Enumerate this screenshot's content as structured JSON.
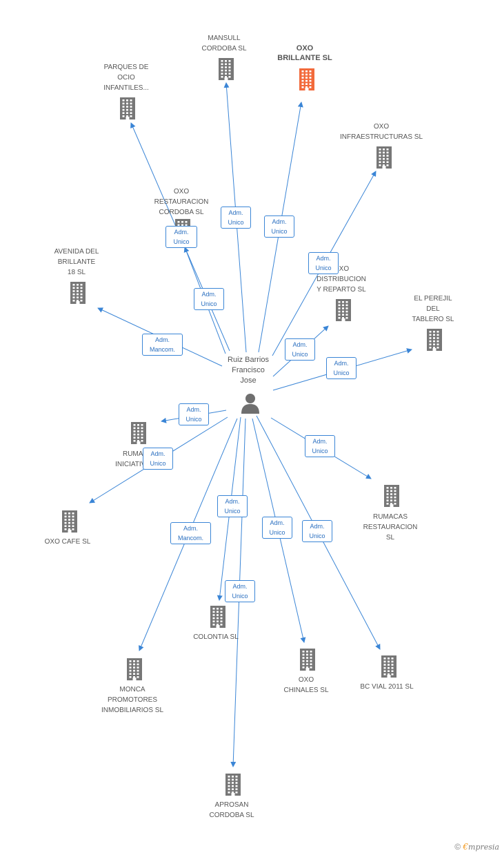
{
  "center": {
    "name": "Ruiz Barrios\nFrancisco\nJose",
    "icon": "person-icon"
  },
  "colors": {
    "edge": "#3a85d6",
    "building": "#777777",
    "highlight": "#f26a3b"
  },
  "nodes": [
    {
      "id": "mansull",
      "label": "MANSULL\nCORDOBA SL",
      "highlight": false,
      "icon": "building-icon"
    },
    {
      "id": "oxo_brillante",
      "label": "OXO\nBRILLANTE SL",
      "highlight": true,
      "icon": "building-icon"
    },
    {
      "id": "parques",
      "label": "PARQUES DE\nOCIO\nINFANTILES...",
      "highlight": false,
      "icon": "building-icon"
    },
    {
      "id": "oxo_infra",
      "label": "OXO\nINFRAESTRUCTURAS SL",
      "highlight": false,
      "icon": "building-icon"
    },
    {
      "id": "oxo_rest",
      "label": "OXO\nRESTAURACION\nCORDOBA SL",
      "highlight": false,
      "icon": "building-icon"
    },
    {
      "id": "avenida",
      "label": "AVENIDA DEL\nBRILLANTE\n18 SL",
      "highlight": false,
      "icon": "building-icon"
    },
    {
      "id": "oxo_dist",
      "label": "OXO\nDISTRIBUCION\nY REPARTO SL",
      "highlight": false,
      "icon": "building-icon"
    },
    {
      "id": "perejil",
      "label": "EL PEREJIL\nDEL\nTABLERO SL",
      "highlight": false,
      "icon": "building-icon"
    },
    {
      "id": "rumacas_ini",
      "label": "RUMACAS\nINICIATIVAS SL",
      "highlight": false,
      "icon": "building-icon"
    },
    {
      "id": "oxo_cafe",
      "label": "OXO CAFE SL",
      "highlight": false,
      "icon": "building-icon"
    },
    {
      "id": "rumacas_rest",
      "label": "RUMACAS\nRESTAURACION\nSL",
      "highlight": false,
      "icon": "building-icon"
    },
    {
      "id": "colontia",
      "label": "COLONTIA SL",
      "highlight": false,
      "icon": "building-icon"
    },
    {
      "id": "monca",
      "label": "MONCA\nPROMOTORES\nINMOBILIARIOS SL",
      "highlight": false,
      "icon": "building-icon"
    },
    {
      "id": "oxo_chinales",
      "label": "OXO\nCHINALES SL",
      "highlight": false,
      "icon": "building-icon"
    },
    {
      "id": "bc_vial",
      "label": "BC VIAL 2011 SL",
      "highlight": false,
      "icon": "building-icon"
    },
    {
      "id": "aprosan",
      "label": "APROSAN\nCORDOBA SL",
      "highlight": false,
      "icon": "building-icon"
    }
  ],
  "edges": [
    {
      "to": "mansull",
      "label": "Adm.\nUnico"
    },
    {
      "to": "oxo_brillante",
      "label": "Adm.\nUnico"
    },
    {
      "to": "parques",
      "label": "Adm.\nUnico"
    },
    {
      "to": "oxo_infra",
      "label": "Adm.\nUnico"
    },
    {
      "to": "oxo_rest",
      "label": "Adm.\nUnico"
    },
    {
      "to": "avenida",
      "label": "Adm.\nMancom."
    },
    {
      "to": "oxo_dist",
      "label": "Adm.\nUnico"
    },
    {
      "to": "perejil",
      "label": "Adm.\nUnico"
    },
    {
      "to": "rumacas_ini",
      "label": "Adm.\nUnico"
    },
    {
      "to": "oxo_cafe",
      "label": "Adm.\nUnico"
    },
    {
      "to": "rumacas_rest",
      "label": "Adm.\nUnico"
    },
    {
      "to": "colontia",
      "label": "Adm.\nUnico"
    },
    {
      "to": "monca",
      "label": "Adm.\nMancom."
    },
    {
      "to": "oxo_chinales",
      "label": "Adm.\nUnico"
    },
    {
      "to": "bc_vial",
      "label": "Adm.\nUnico"
    },
    {
      "to": "aprosan",
      "label": "Adm.\nUnico"
    }
  ],
  "brand": {
    "copyright": "©",
    "logo_initial": "€",
    "logo_rest": "mpresia"
  }
}
